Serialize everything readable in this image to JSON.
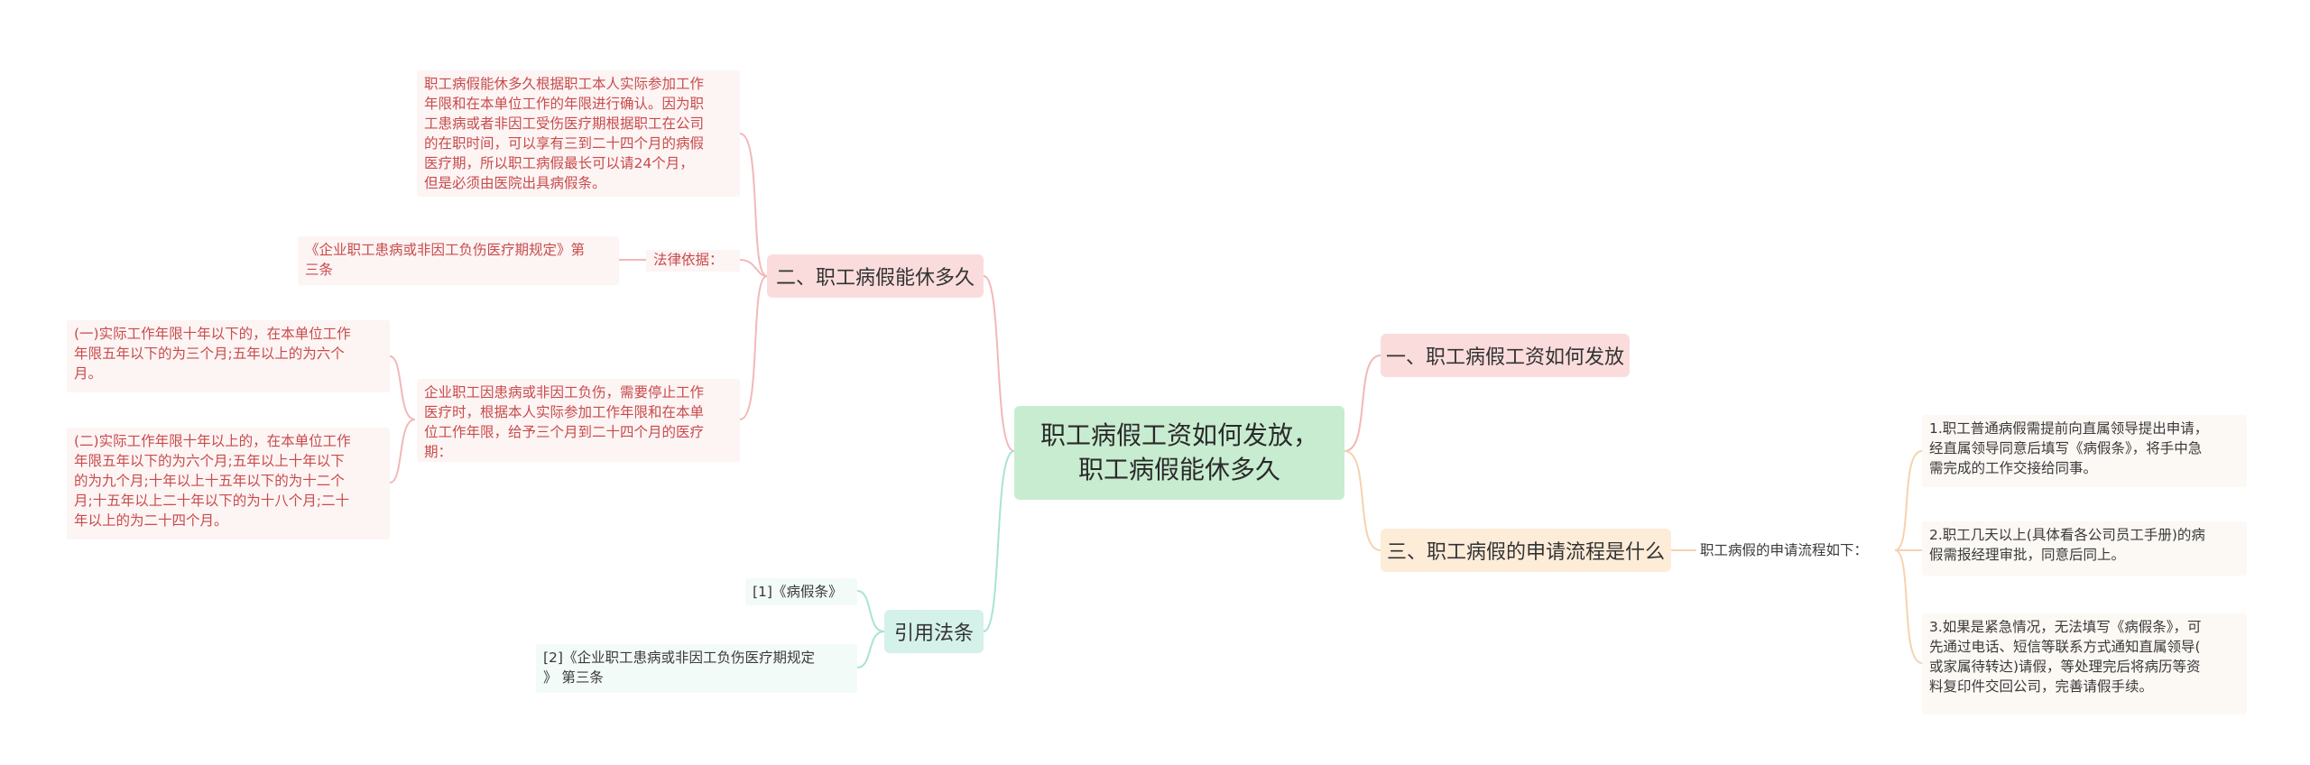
{
  "root": {
    "title": "职工病假工资如何发放，\n职工病假能休多久"
  },
  "right": {
    "b1": {
      "label": "一、职工病假工资如何发放"
    },
    "b3": {
      "label": "三、职工病假的申请流程是什么",
      "sub_label": "职工病假的申请流程如下：",
      "steps": [
        "1.职工普通病假需提前向直属领导提出申请，\n经直属领导同意后填写《病假条》，将手中急\n需完成的工作交接给同事。",
        "2.职工几天以上(具体看各公司员工手册)的病\n假需报经理审批，同意后同上。",
        "3.如果是紧急情况，无法填写《病假条》，可\n先通过电话、短信等联系方式通知直属领导(\n或家属待转达)请假，等处理完后将病历等资\n料复印件交回公司，完善请假手续。"
      ]
    }
  },
  "left": {
    "b2": {
      "label": "二、职工病假能休多久",
      "para1": "职工病假能休多久根据职工本人实际参加工作\n年限和在本单位工作的年限进行确认。因为职\n工患病或者非因工受伤医疗期根据职工在公司\n的在职时间，可以享有三到二十四个月的病假\n医疗期，所以职工病假最长可以请24个月，\n但是必须由医院出具病假条。",
      "law_label": "法律依据：",
      "law_text": "《企业职工患病或非因工负伤医疗期规定》第\n三条",
      "para2": "企业职工因患病或非因工负伤，需要停止工作\n医疗时，根据本人实际参加工作年限和在本单\n位工作年限，给予三个月到二十四个月的医疗\n期：",
      "sub1": "(一)实际工作年限十年以下的，在本单位工作\n年限五年以下的为三个月;五年以上的为六个\n月。",
      "sub2": "(二)实际工作年限十年以上的，在本单位工作\n年限五年以下的为六个月;五年以上十年以下\n的为九个月;十年以上十五年以下的为十二个\n月;十五年以上二十年以下的为十八个月;二十\n年以上的为二十四个月。"
    },
    "cite": {
      "label": "引用法条",
      "items": [
        "[1]《病假条》",
        "[2]《企业职工患病或非因工负伤医疗期规定\n》 第三条"
      ]
    }
  },
  "colors": {
    "line_red": "#f2b8b8",
    "line_orange": "#f5d3b0",
    "line_mint": "#a9e3d6",
    "line_green": "#b5e3c3"
  }
}
